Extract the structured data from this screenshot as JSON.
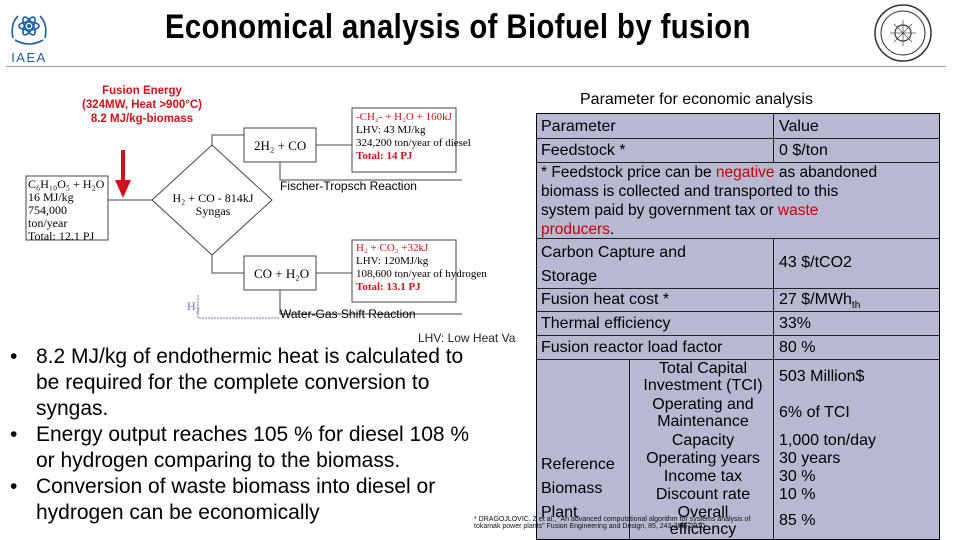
{
  "header": {
    "title": "Economical analysis of Biofuel by fusion",
    "logo_left_text": "IAEA"
  },
  "diagram": {
    "fusion_energy": [
      "Fusion Energy",
      "(324MW, Heat >900°C)",
      "8.2 MJ/kg-biomass"
    ],
    "biomass": [
      "C₆H₁₀O₅ + H₂O",
      "16 MJ/kg",
      "754,000 ton/year",
      "Total: 12.1 PJ"
    ],
    "syngas_box": "2H₂ + CO",
    "syngas_reaction": [
      "H₂ + CO - 814kJ",
      "Syngas"
    ],
    "co_box": "CO + H₂O",
    "diesel": [
      "-CH₂- + H₂O + 160kJ",
      "LHV: 43 MJ/kg",
      "324,200 ton/year of diesel",
      "Total: 14 PJ"
    ],
    "hydrogen": [
      "H₂ + CO₂ +32kJ",
      "LHV: 120MJ/kg",
      "108,600 ton/year of hydrogen",
      "Total: 13.1 PJ"
    ],
    "ft_reaction": "Fischer-Tropsch Reaction",
    "wgs_reaction": "Water-Gas Shift Reaction",
    "h2_return": "H₂"
  },
  "lhv_note": "LHV: Low Heat Va",
  "bullets": [
    {
      "pre": "8.2 MJ/kg of endothermic heat is calculated to be required for the complete conversion to syngas."
    },
    {
      "pre": "Energy output reaches 105 % for diesel 108 % or hydrogen comparing to the biomass."
    },
    {
      "pre": "Conversion of waste biomass into diesel or hydrogen can be economically"
    }
  ],
  "table": {
    "caption": "Parameter for economic analysis",
    "header_param": "Parameter",
    "header_value": "Value",
    "feedstock_label": "Feedstock *",
    "feedstock_value": "0 $/ton",
    "feedstock_note_1": "* Feedstock price can be ",
    "feedstock_note_neg": "negative",
    "feedstock_note_2": " as abandoned",
    "feedstock_note_3": "biomass is collected and transported to this",
    "feedstock_note_4": "system paid by government tax or ",
    "feedstock_note_waste": "waste",
    "feedstock_note_prod": "producers",
    "feedstock_note_end": ".",
    "cc_label_1": "Carbon Capture and",
    "cc_label_2": "Storage",
    "cc_value": "43 $/tCO2",
    "fhc_label": "Fusion heat cost *",
    "fhc_value": "27 $/MWh",
    "fhc_sub": "th",
    "te_label": "Thermal efficiency",
    "te_value": "33%",
    "lf_label": "Fusion reactor load factor",
    "lf_value": "80 %",
    "ref_label": [
      "Reference",
      "Biomass",
      "Plant"
    ],
    "rows": [
      {
        "label": [
          "Total Capital",
          "Investment (TCI)"
        ],
        "value": "503 Million$"
      },
      {
        "label": [
          "Operating and",
          "Maintenance"
        ],
        "value": "6% of TCI"
      },
      {
        "label": [
          "Capacity"
        ],
        "value": "1,000 ton/day"
      },
      {
        "label": [
          "Operating years"
        ],
        "value": "30 years"
      },
      {
        "label": [
          "Income tax"
        ],
        "value": "30 %"
      },
      {
        "label": [
          "Discount rate"
        ],
        "value": "10 %"
      },
      {
        "label": [
          "Overall",
          "efficiency"
        ],
        "value": "85 %"
      }
    ]
  },
  "footnote": [
    "* DRAGOJLOVIC, Z et al., \"An advanced computational algorithm for systems analysis of",
    "tokamak power plants\" Fusion Engineering and Design, 85, 243-265, 2010"
  ],
  "colors": {
    "accent_red": "#d0101a",
    "table_bg": "#b7b8d2",
    "logo_blue": "#1a5ba6"
  }
}
